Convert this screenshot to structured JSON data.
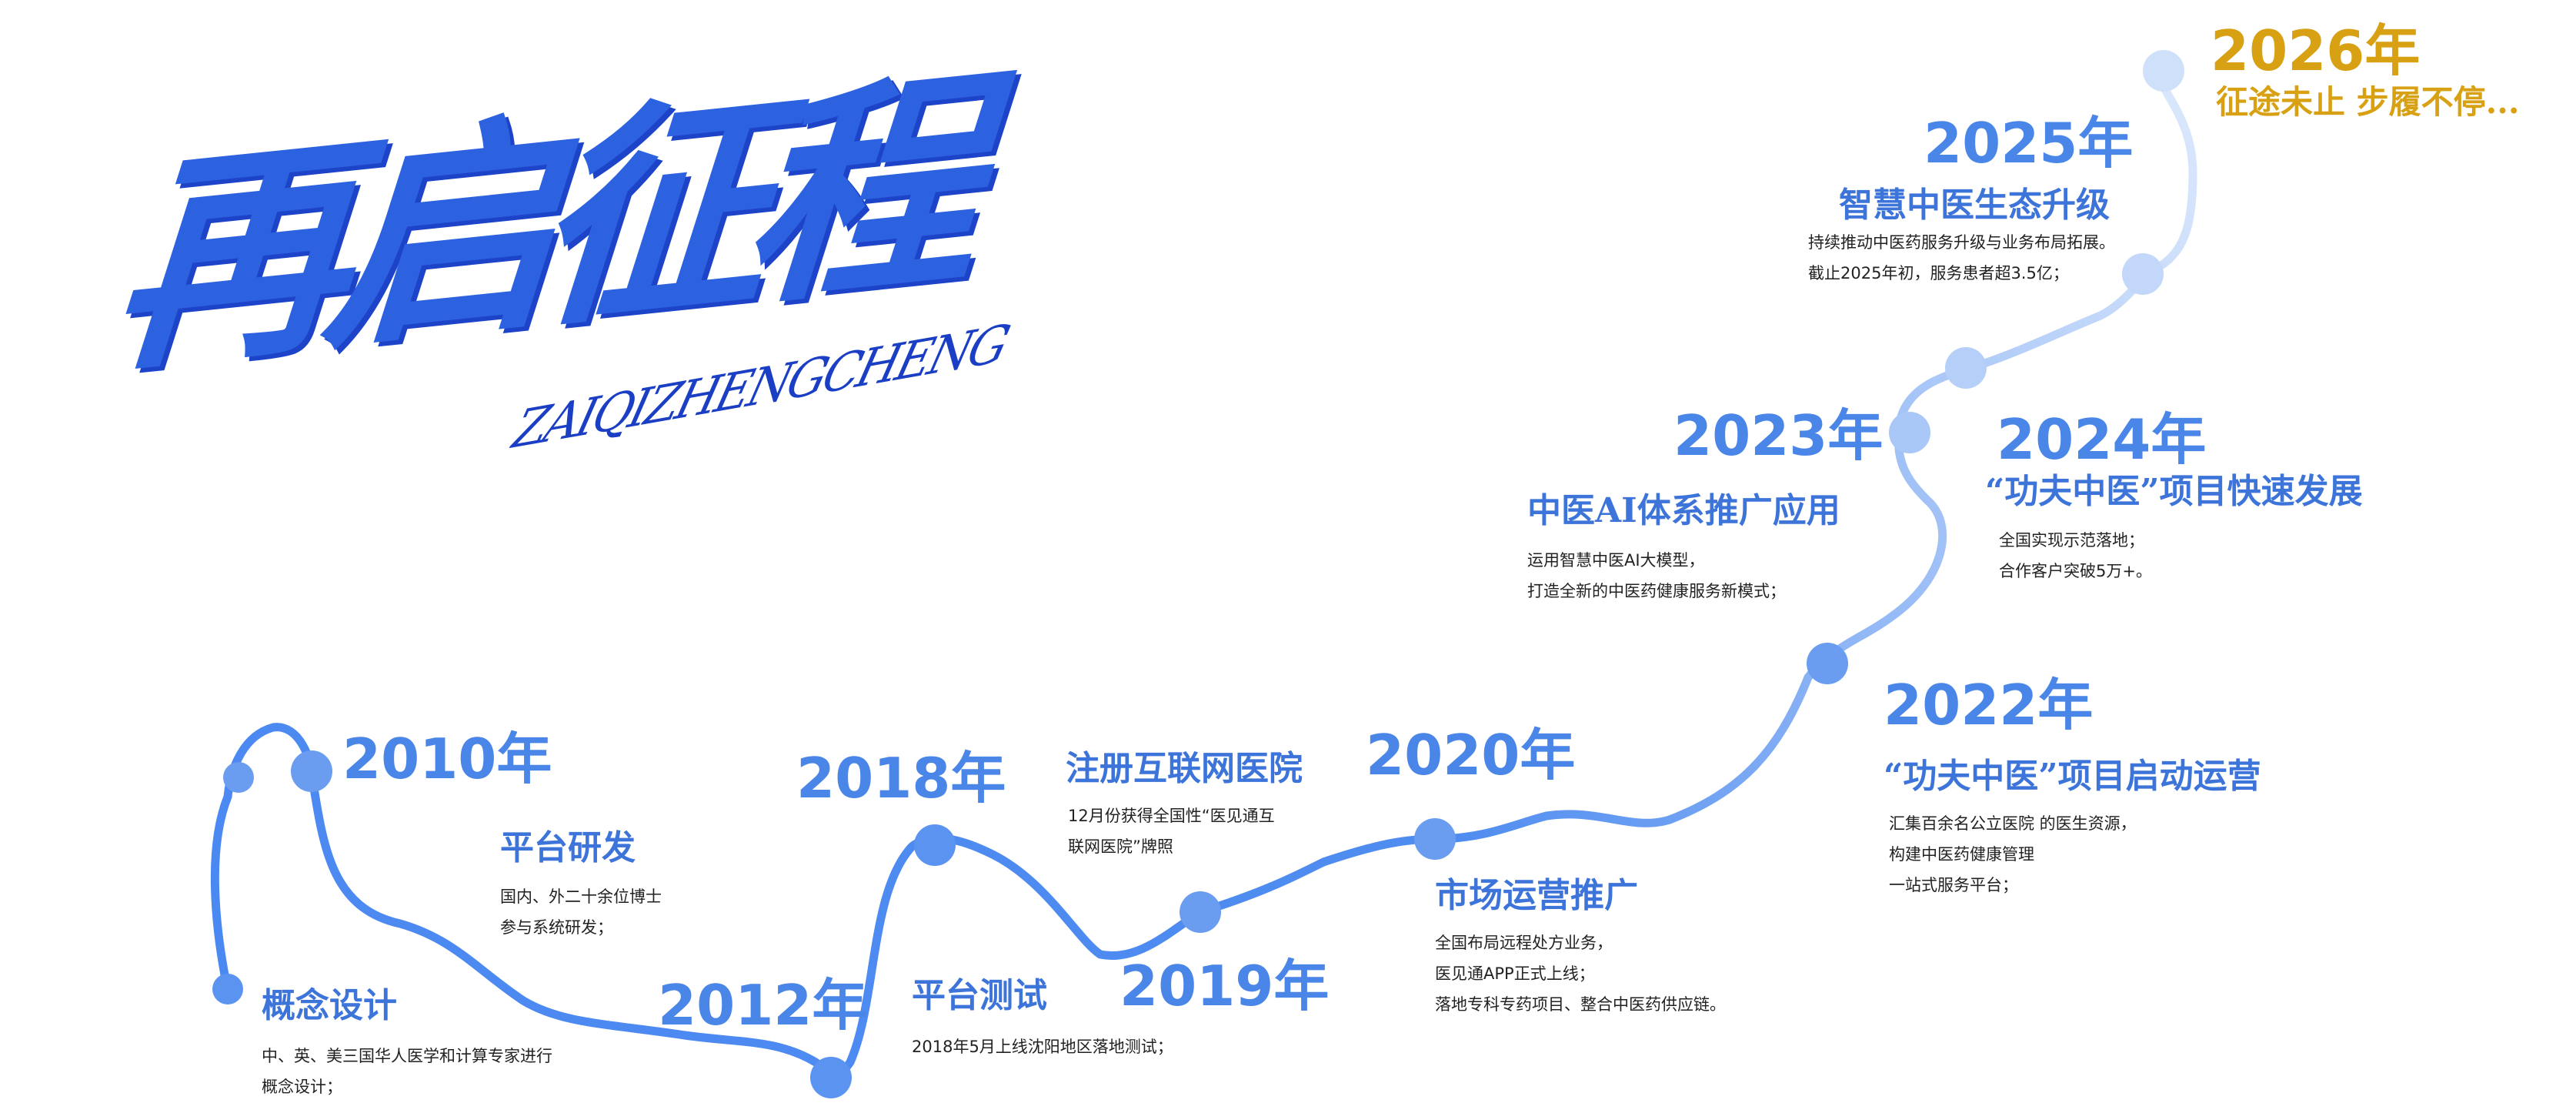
{
  "hero": {
    "title": "再启征程",
    "pinyin": "ZAIQIZHENGCHENG"
  },
  "colors": {
    "primary": "#4a86e8",
    "title_blue": "#3d74d9",
    "path_dark": "#4b89f2",
    "path_light": "#cfe0fb",
    "gold": "#d8a013",
    "text": "#222222"
  },
  "milestones": {
    "m2010": {
      "year": "2010年",
      "concept_title": "概念设计",
      "concept_desc": [
        "中、英、美三国华人医学和计算专家进行",
        "概念设计；"
      ],
      "dev_title": "平台研发",
      "dev_desc": [
        "国内、外二十余位博士",
        "参与系统研发；"
      ]
    },
    "m2012": {
      "year": "2012年",
      "title": "平台测试",
      "desc": [
        "2018年5月上线沈阳地区落地测试；"
      ]
    },
    "m2018": {
      "year": "2018年",
      "title": "注册互联网医院",
      "desc": [
        "12月份获得全国性“医见通互",
        "联网医院”牌照"
      ]
    },
    "m2019": {
      "year": "2019年"
    },
    "m2020": {
      "year": "2020年",
      "title": "市场运营推广",
      "desc": [
        "全国布局远程处方业务，",
        "医见通APP正式上线；",
        "落地专科专药项目、整合中医药供应链。"
      ]
    },
    "m2022": {
      "year": "2022年",
      "title": "“功夫中医”项目启动运营",
      "desc": [
        "汇集百余名公立医院 的医生资源，",
        "构建中医药健康管理",
        "一站式服务平台；"
      ]
    },
    "m2023": {
      "year": "2023年",
      "title": "中医AI体系推广应用",
      "desc": [
        "运用智慧中医AI大模型，",
        "打造全新的中医药健康服务新模式；"
      ]
    },
    "m2024": {
      "year": "2024年",
      "title": "“功夫中医”项目快速发展",
      "desc": [
        "全国实现示范落地；",
        "合作客户突破5万+。"
      ]
    },
    "m2025": {
      "year": "2025年",
      "title": "智慧中医生态升级",
      "desc": [
        "持续推动中医药服务升级与业务布局拓展。",
        "截止2025年初，服务患者超3.5亿；"
      ]
    },
    "m2026": {
      "year": "2026年",
      "subtitle": "征途未止 步履不停..."
    }
  }
}
